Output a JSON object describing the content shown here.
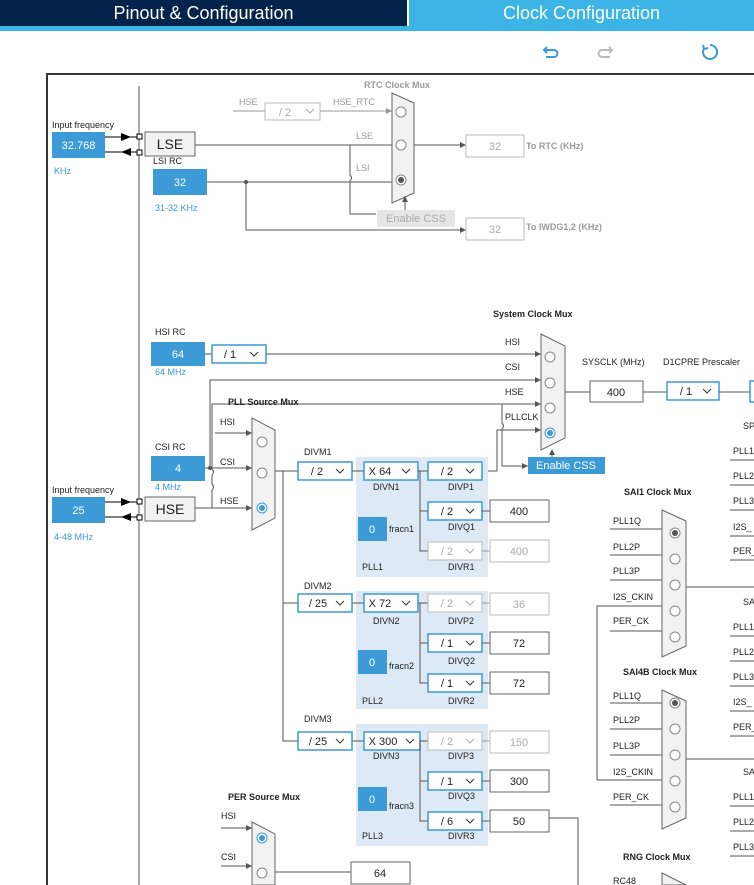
{
  "tabs": {
    "pinout_label": "Pinout & Configuration",
    "clock_label": "Clock Configuration"
  },
  "toolbar": {
    "undo_icon": "undo-icon",
    "redo_icon": "redo-icon",
    "reset_icon": "reset-icon"
  },
  "lse": {
    "input_freq_label": "Input frequency",
    "input_freq_value": "32.768",
    "unit": "KHz",
    "name": "LSE"
  },
  "lsi": {
    "label": "LSI RC",
    "value": "32",
    "range": "31-32 KHz"
  },
  "rtc": {
    "title": "RTC Clock Mux",
    "hse_label": "HSE",
    "div_value": "/ 2",
    "hse_rtc_label": "HSE_RTC",
    "lse_label": "LSE",
    "lsi_label": "LSI",
    "out_value": "32",
    "out_label": "To RTC (KHz)",
    "enable_css": "Enable CSS",
    "iwdg_value": "32",
    "iwdg_label": "To IWDG1,2 (KHz)"
  },
  "hsi": {
    "label": "HSI RC",
    "value": "64",
    "unit": "64 MHz",
    "div_value": "/ 1"
  },
  "csi": {
    "label": "CSI RC",
    "value": "4",
    "unit": "4 MHz"
  },
  "hse": {
    "input_freq_label": "Input frequency",
    "value": "25",
    "range": "4-48 MHz",
    "name": "HSE"
  },
  "sysmux": {
    "title": "System Clock Mux",
    "hsi": "HSI",
    "csi": "CSI",
    "hse": "HSE",
    "pllclk": "PLLCLK",
    "enable_css": "Enable CSS",
    "sysclk_label": "SYSCLK (MHz)",
    "sysclk_value": "400",
    "d1cpre_label": "D1CPRE Prescaler",
    "d1cpre_value": "/ 1"
  },
  "pllmux": {
    "title": "PLL Source Mux",
    "hsi": "HSI",
    "csi": "CSI",
    "hse": "HSE"
  },
  "pll1": {
    "divm_label": "DIVM1",
    "divm_value": "/ 2",
    "divn_value": "X 64",
    "divn_label": "DIVN1",
    "divp_value": "/ 2",
    "divp_label": "DIVP1",
    "divq_value": "/ 2",
    "divq_label": "DIVQ1",
    "divq_out": "400",
    "divr_value": "/ 2",
    "divr_label": "DIVR1",
    "divr_out": "400",
    "frac_value": "0",
    "frac_label": "fracn1",
    "name": "PLL1"
  },
  "pll2": {
    "divm_label": "DIVM2",
    "divm_value": "/ 25",
    "divn_value": "X 72",
    "divn_label": "DIVN2",
    "divp_value": "/ 2",
    "divp_label": "DIVP2",
    "divp_out": "36",
    "divq_value": "/ 1",
    "divq_label": "DIVQ2",
    "divq_out": "72",
    "divr_value": "/ 1",
    "divr_label": "DIVR2",
    "divr_out": "72",
    "frac_value": "0",
    "frac_label": "fracn2",
    "name": "PLL2"
  },
  "pll3": {
    "divm_label": "DIVM3",
    "divm_value": "/ 25",
    "divn_value": "X 300",
    "divn_label": "DIVN3",
    "divp_value": "/ 2",
    "divp_label": "DIVP3",
    "divp_out": "150",
    "divq_value": "/ 1",
    "divq_label": "DIVQ3",
    "divq_out": "300",
    "divr_value": "/ 6",
    "divr_label": "DIVR3",
    "divr_out": "50",
    "frac_value": "0",
    "frac_label": "fracn3",
    "name": "PLL3"
  },
  "sai1": {
    "title": "SAI1 Clock Mux",
    "in1": "PLL1Q",
    "in2": "PLL2P",
    "in3": "PLL3P",
    "in4": "I2S_CKIN",
    "in5": "PER_CK"
  },
  "sai4b": {
    "title": "SAI4B Clock Mux",
    "in1": "PLL1Q",
    "in2": "PLL2P",
    "in3": "PLL3P",
    "in4": "I2S_CKIN",
    "in5": "PER_CK"
  },
  "per": {
    "title": "PER Source Mux",
    "hsi": "HSI",
    "csi": "CSI",
    "out_value": "64"
  },
  "rng": {
    "title": "RNG Clock Mux",
    "in1": "RC48"
  },
  "rightcut": {
    "a1": "SP",
    "a2": "PLL1",
    "a3": "PLL2",
    "a4": "PLL3",
    "a5": "I2S_",
    "a6": "PER_",
    "b1": "SA",
    "b2": "PLL1",
    "b3": "PLL2",
    "b4": "PLL3",
    "b5": "I2S_",
    "b6": "PER_",
    "c1": "SA",
    "c2": "PLL1",
    "c3": "PLL2",
    "c4": "PLL3"
  },
  "colors": {
    "dark_tab": "#03234b",
    "accent": "#3cb4e6",
    "field_blue": "#3c9ad6",
    "pll_bg": "#dde9f5"
  }
}
